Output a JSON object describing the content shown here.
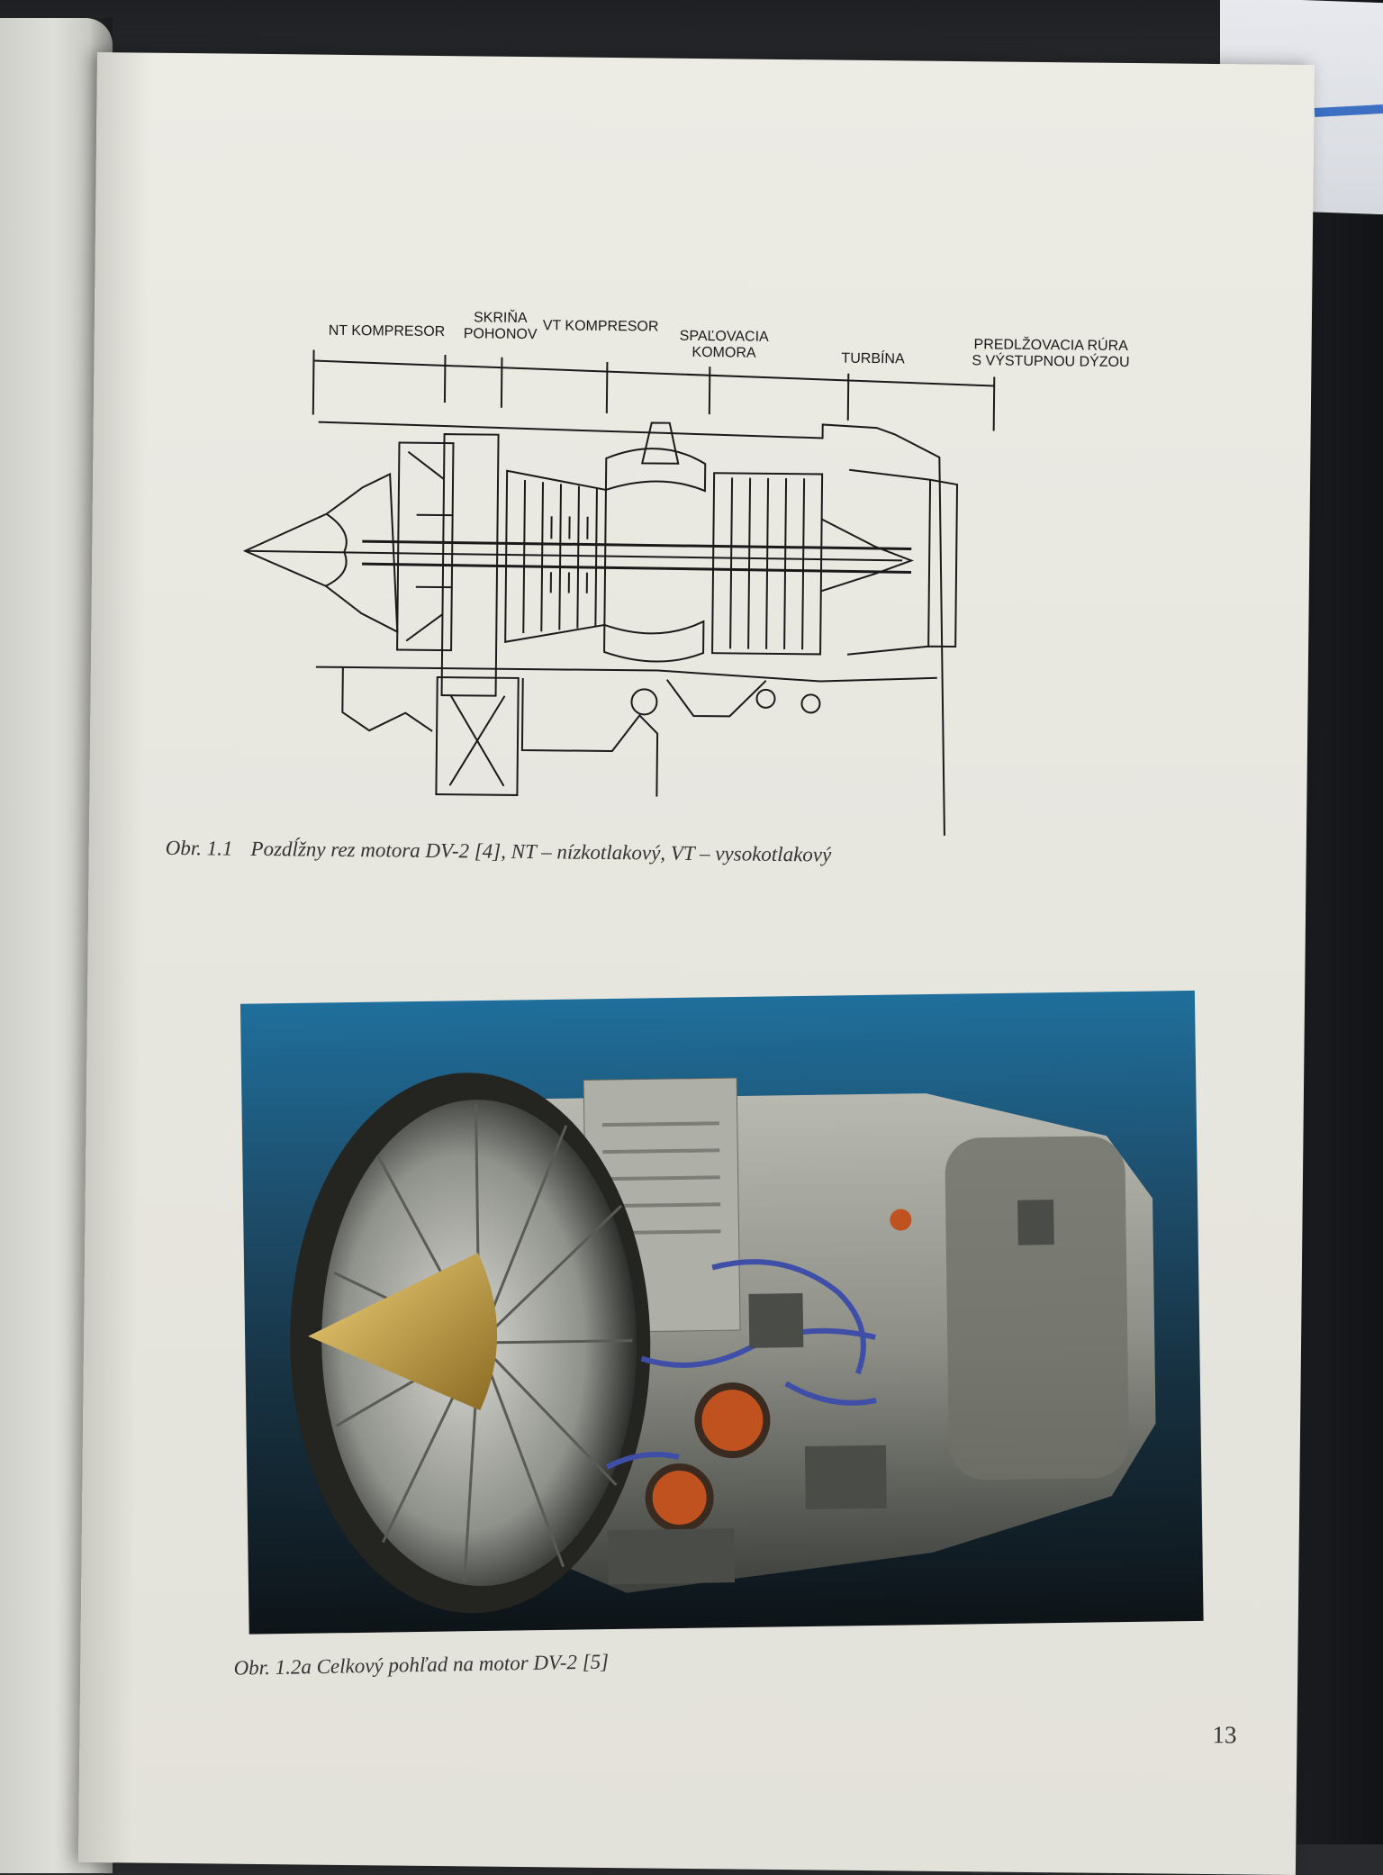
{
  "figure_1": {
    "section_labels": {
      "nt_kompresor": "NT KOMPRESOR",
      "skrina_line1": "SKRIŇA",
      "skrina_line2": "POHONOV",
      "vt_kompresor": "VT KOMPRESOR",
      "spalovacia_line1": "SPAĽOVACIA",
      "spalovacia_line2": "KOMORA",
      "turbina": "TURBÍNA",
      "predlzovacia_line1": "PREDLŽOVACIA RÚRA",
      "predlzovacia_line2": "S VÝSTUPNOU DÝZOU"
    },
    "caption_number": "Obr. 1.1",
    "caption_text": "Pozdĺžny rez motora DV-2 [4], NT – nízkotlakový, VT – vysokotlakový"
  },
  "figure_2": {
    "caption": "Obr. 1.2a Celkový pohľad na motor DV-2 [5]"
  },
  "page_number": "13",
  "colors": {
    "paper": "#ecebe4",
    "ink": "#1a1a1a",
    "photo_sky": "#1f6f9c",
    "engine_metal": "#9a9c94",
    "spinner_gold": "#c9a44a",
    "port_orange": "#c0521f",
    "hose_blue": "#3f4fa8"
  }
}
